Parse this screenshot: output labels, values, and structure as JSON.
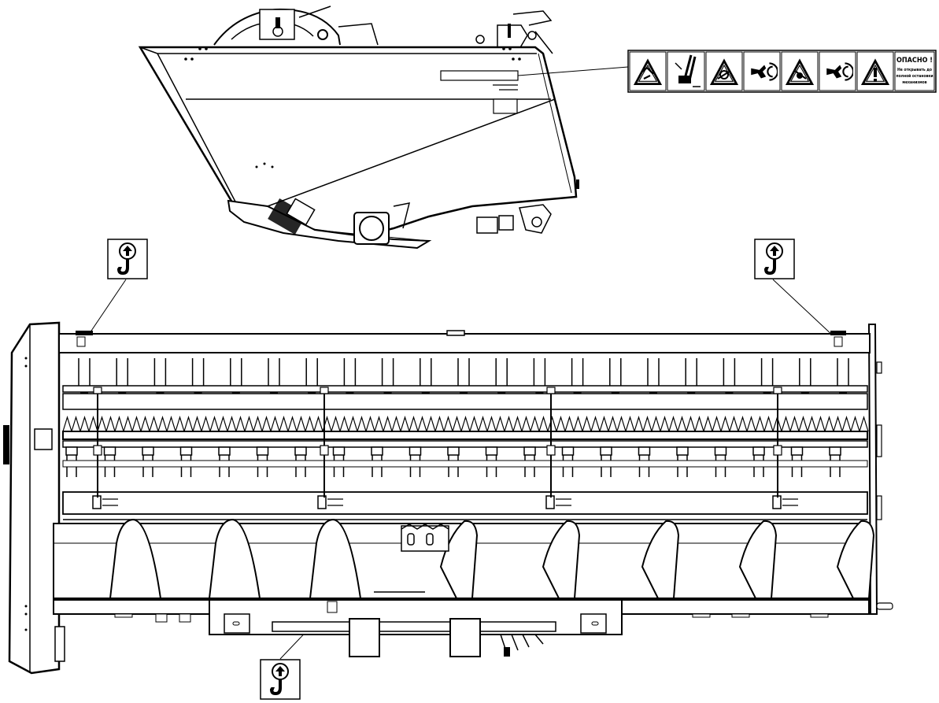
{
  "diagram": {
    "warning_label": {
      "title": "ОПАСНО !",
      "line1": "Не открывать до",
      "line2": "полной остановки",
      "line3": "механизмов",
      "pictograms": [
        "crush-hazard-icon",
        "lubrication-point-icon",
        "entanglement-hazard-icon",
        "keep-hands-away-icon",
        "rotating-parts-hazard-icon",
        "keep-hands-away-icon",
        "general-warning-icon"
      ]
    },
    "lift_points": [
      {
        "name": "lift-point-left",
        "icon": "lifting-hook-icon"
      },
      {
        "name": "lift-point-right",
        "icon": "lifting-hook-icon"
      },
      {
        "name": "lift-point-bottom",
        "icon": "lifting-hook-icon"
      }
    ]
  }
}
